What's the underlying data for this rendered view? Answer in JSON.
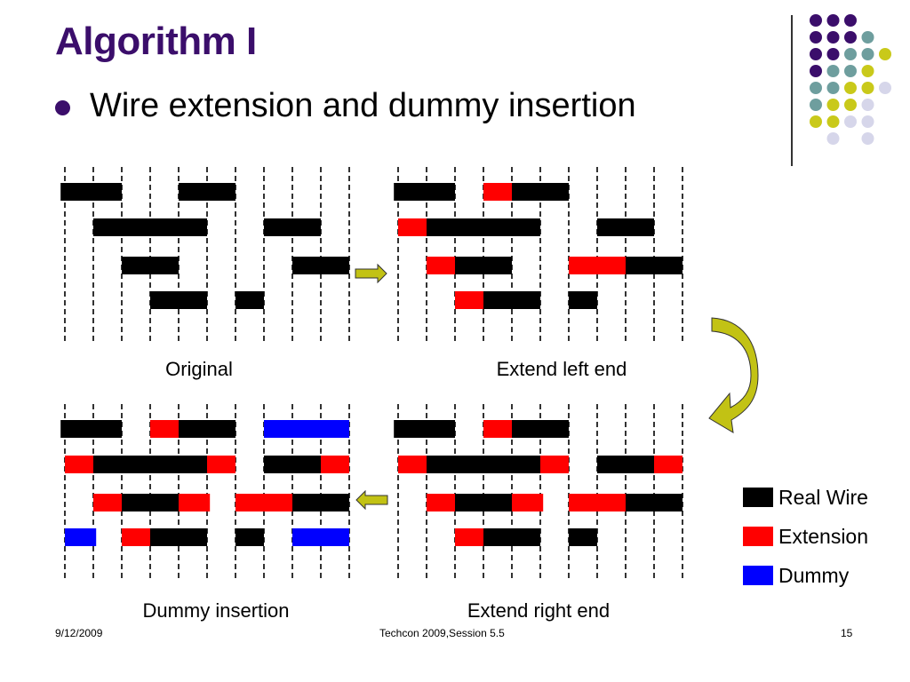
{
  "slide": {
    "title": "Algorithm I",
    "bullet": "Wire extension and dummy insertion",
    "footer": {
      "date": "9/12/2009",
      "center": "Techcon 2009,Session 5.5",
      "page": "15"
    }
  },
  "colors": {
    "title": "#3b0e6b",
    "real": "#000000",
    "ext": "#ff0000",
    "dummy": "#0000ff",
    "arrow": "#c2c214",
    "dot_purple": "#3b0e6b",
    "dot_teal": "#6e9e9e",
    "dot_yellow": "#c9c91a",
    "dot_lavender": "#d6d6ea"
  },
  "decor_dots": [
    [
      "purple",
      "purple",
      "purple",
      null,
      null
    ],
    [
      "purple",
      "purple",
      "purple",
      "teal",
      null
    ],
    [
      "purple",
      "purple",
      "teal",
      "teal",
      "yellow"
    ],
    [
      "purple",
      "teal",
      "teal",
      "yellow",
      null
    ],
    [
      "teal",
      "teal",
      "yellow",
      "yellow",
      "lavender"
    ],
    [
      "teal",
      "yellow",
      "yellow",
      "lavender",
      null
    ],
    [
      "yellow",
      "yellow",
      "lavender",
      "lavender",
      null
    ],
    [
      null,
      "lavender",
      null,
      "lavender",
      null
    ]
  ],
  "panels": [
    {
      "id": "original",
      "caption": "Original",
      "rows": [
        [
          {
            "s": -0.15,
            "e": 2,
            "t": "real"
          },
          {
            "s": 4,
            "e": 6,
            "t": "real"
          }
        ],
        [
          {
            "s": 1,
            "e": 5,
            "t": "real"
          },
          {
            "s": 7,
            "e": 9,
            "t": "real"
          }
        ],
        [
          {
            "s": 2,
            "e": 4,
            "t": "real"
          },
          {
            "s": 8,
            "e": 10,
            "t": "real"
          }
        ],
        [
          {
            "s": 3,
            "e": 5,
            "t": "real"
          },
          {
            "s": 6,
            "e": 7,
            "t": "real"
          }
        ]
      ]
    },
    {
      "id": "extend-left",
      "caption": "Extend left end",
      "rows": [
        [
          {
            "s": -0.15,
            "e": 2,
            "t": "real"
          },
          {
            "s": 3,
            "e": 4,
            "t": "ext"
          },
          {
            "s": 4,
            "e": 6,
            "t": "real"
          }
        ],
        [
          {
            "s": 0,
            "e": 1,
            "t": "ext"
          },
          {
            "s": 1,
            "e": 5,
            "t": "real"
          },
          {
            "s": 7,
            "e": 9,
            "t": "real"
          }
        ],
        [
          {
            "s": 1,
            "e": 2,
            "t": "ext"
          },
          {
            "s": 2,
            "e": 4,
            "t": "real"
          },
          {
            "s": 6,
            "e": 8,
            "t": "ext"
          },
          {
            "s": 8,
            "e": 10,
            "t": "real"
          }
        ],
        [
          {
            "s": 2,
            "e": 3,
            "t": "ext"
          },
          {
            "s": 3,
            "e": 5,
            "t": "real"
          },
          {
            "s": 6,
            "e": 7,
            "t": "real"
          }
        ]
      ]
    },
    {
      "id": "dummy-insertion",
      "caption": "Dummy insertion",
      "rows": [
        [
          {
            "s": -0.15,
            "e": 2,
            "t": "real"
          },
          {
            "s": 3,
            "e": 4,
            "t": "ext"
          },
          {
            "s": 4,
            "e": 6,
            "t": "real"
          },
          {
            "s": 7,
            "e": 10,
            "t": "dummy"
          }
        ],
        [
          {
            "s": 0,
            "e": 1,
            "t": "ext"
          },
          {
            "s": 1,
            "e": 5,
            "t": "real"
          },
          {
            "s": 5,
            "e": 6,
            "t": "ext"
          },
          {
            "s": 7,
            "e": 9,
            "t": "real"
          },
          {
            "s": 9,
            "e": 10,
            "t": "ext"
          }
        ],
        [
          {
            "s": 1,
            "e": 2,
            "t": "ext"
          },
          {
            "s": 2,
            "e": 4,
            "t": "real"
          },
          {
            "s": 4,
            "e": 5.1,
            "t": "ext"
          },
          {
            "s": 6,
            "e": 8,
            "t": "ext"
          },
          {
            "s": 8,
            "e": 10,
            "t": "real"
          }
        ],
        [
          {
            "s": 0,
            "e": 1.1,
            "t": "dummy"
          },
          {
            "s": 2,
            "e": 3,
            "t": "ext"
          },
          {
            "s": 3,
            "e": 5,
            "t": "real"
          },
          {
            "s": 6,
            "e": 7,
            "t": "real"
          },
          {
            "s": 8,
            "e": 10,
            "t": "dummy"
          }
        ]
      ]
    },
    {
      "id": "extend-right",
      "caption": "Extend right end",
      "rows": [
        [
          {
            "s": -0.15,
            "e": 2,
            "t": "real"
          },
          {
            "s": 3,
            "e": 4,
            "t": "ext"
          },
          {
            "s": 4,
            "e": 6,
            "t": "real"
          }
        ],
        [
          {
            "s": 0,
            "e": 1,
            "t": "ext"
          },
          {
            "s": 1,
            "e": 5,
            "t": "real"
          },
          {
            "s": 5,
            "e": 6,
            "t": "ext"
          },
          {
            "s": 7,
            "e": 9,
            "t": "real"
          },
          {
            "s": 9,
            "e": 10,
            "t": "ext"
          }
        ],
        [
          {
            "s": 1,
            "e": 2,
            "t": "ext"
          },
          {
            "s": 2,
            "e": 4,
            "t": "real"
          },
          {
            "s": 4,
            "e": 5.1,
            "t": "ext"
          },
          {
            "s": 6,
            "e": 8,
            "t": "ext"
          },
          {
            "s": 8,
            "e": 10,
            "t": "real"
          }
        ],
        [
          {
            "s": 2,
            "e": 3,
            "t": "ext"
          },
          {
            "s": 3,
            "e": 5,
            "t": "real"
          },
          {
            "s": 6,
            "e": 7,
            "t": "real"
          }
        ]
      ]
    }
  ],
  "legend": [
    {
      "type": "real",
      "label": "Real Wire"
    },
    {
      "type": "ext",
      "label": "Extension"
    },
    {
      "type": "dummy",
      "label": "Dummy"
    }
  ]
}
